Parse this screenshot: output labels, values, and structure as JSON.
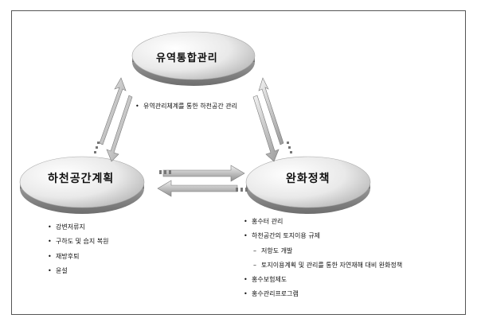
{
  "nodes": {
    "top": "유역통합관리",
    "left": "하천공간계획",
    "right": "완화정책"
  },
  "top_note": "유역관리체계를 통한 하천공간 관리",
  "left_items": [
    "강변저류지",
    "구하도 및 습지 복원",
    "재방후퇴",
    "윤설"
  ],
  "right_items": [
    {
      "bullet": "•",
      "text": "홍수터 관리"
    },
    {
      "bullet": "•",
      "text": "하천공간의 토지이용 규제"
    },
    {
      "bullet": "–",
      "text": "저항도 개발",
      "indent": true
    },
    {
      "bullet": "–",
      "text": "토지이용계획 및 관리를 통한 자연재해 대비 완화정책",
      "indent": true
    },
    {
      "bullet": "•",
      "text": "홍수보험제도"
    },
    {
      "bullet": "•",
      "text": "홍수관리프로그램"
    }
  ],
  "colors": {
    "ellipse_light": "#f4f4f4",
    "ellipse_dark": "#9a9a9a",
    "arrow_light": "#e6e6e6",
    "arrow_dark": "#8c8c8c",
    "frame": "#555555"
  },
  "icons": [
    "arrow-double-left-top",
    "arrow-double-top-right",
    "arrow-double-horizontal"
  ]
}
